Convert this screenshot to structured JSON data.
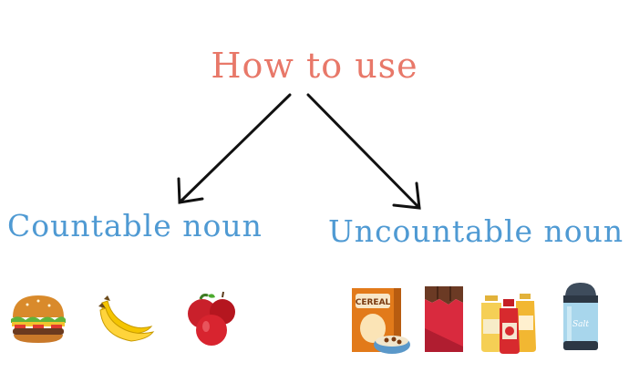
{
  "title": "How to use",
  "branches": {
    "left": "Countable noun",
    "right": "Uncountable noun"
  },
  "labels": {
    "cereal": "CEREAL",
    "salt": "Salt"
  },
  "icons": {
    "countable": [
      "burger-icon",
      "banana-icon",
      "apple-icon"
    ],
    "uncountable": [
      "cereal-box-icon",
      "chocolate-bar-icon",
      "condiment-bottles-icon",
      "salt-shaker-icon"
    ]
  },
  "colors": {
    "title": "#e87869",
    "branch": "#4f9ad3",
    "arrow": "#111111"
  }
}
